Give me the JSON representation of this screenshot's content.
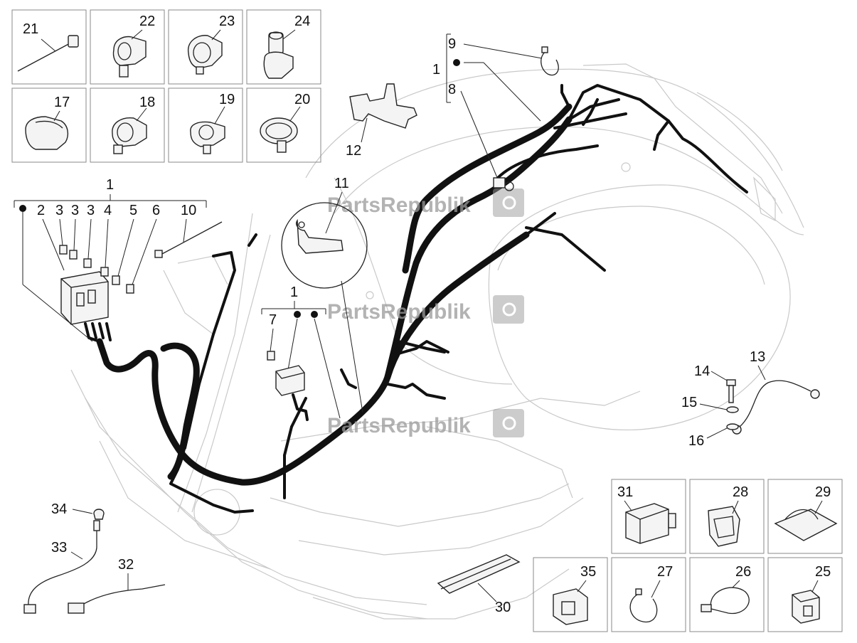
{
  "watermark": {
    "text": "PartsRepublik",
    "color": "#9a9a9a"
  },
  "colors": {
    "harness": "#111111",
    "ghost_outline": "#c9c9c9",
    "box_border": "#8a8a8a"
  },
  "boxed_parts": [
    {
      "id": "21",
      "label": "21",
      "icon": "cable-tie-icon"
    },
    {
      "id": "22",
      "label": "22",
      "icon": "cable-clip-icon"
    },
    {
      "id": "23",
      "label": "23",
      "icon": "cable-clamp-icon"
    },
    {
      "id": "24",
      "label": "24",
      "icon": "double-clip-icon"
    },
    {
      "id": "17",
      "label": "17",
      "icon": "rubber-cap-icon"
    },
    {
      "id": "18",
      "label": "18",
      "icon": "ring-clip-icon"
    },
    {
      "id": "19",
      "label": "19",
      "icon": "clamp-clip-icon"
    },
    {
      "id": "20",
      "label": "20",
      "icon": "band-clamp-icon"
    },
    {
      "id": "31",
      "label": "31",
      "icon": "connector-icon"
    },
    {
      "id": "28",
      "label": "28",
      "icon": "fir-tree-clip-icon"
    },
    {
      "id": "29",
      "label": "29",
      "icon": "flat-clip-icon"
    },
    {
      "id": "35",
      "label": "35",
      "icon": "connector-clip-icon"
    },
    {
      "id": "27",
      "label": "27",
      "icon": "hose-clamp-icon"
    },
    {
      "id": "26",
      "label": "26",
      "icon": "loop-strap-icon"
    },
    {
      "id": "25",
      "label": "25",
      "icon": "relay-icon"
    }
  ],
  "group_main": {
    "label": "1",
    "items": [
      "2",
      "3",
      "3",
      "3",
      "4",
      "5",
      "6",
      "10"
    ]
  },
  "group_fuse": {
    "label": "1",
    "items": [
      "7"
    ]
  },
  "group_top": {
    "label": "1",
    "upper": "9",
    "lower": "8"
  },
  "callouts": {
    "bracket": "12",
    "bracket_detail": "11",
    "ground_cable": "13",
    "bolt": "14",
    "washer": "15",
    "lock_washer": "16",
    "strip": "30",
    "sensor_cap": "34",
    "sensor": "33",
    "connector_lead": "32"
  }
}
